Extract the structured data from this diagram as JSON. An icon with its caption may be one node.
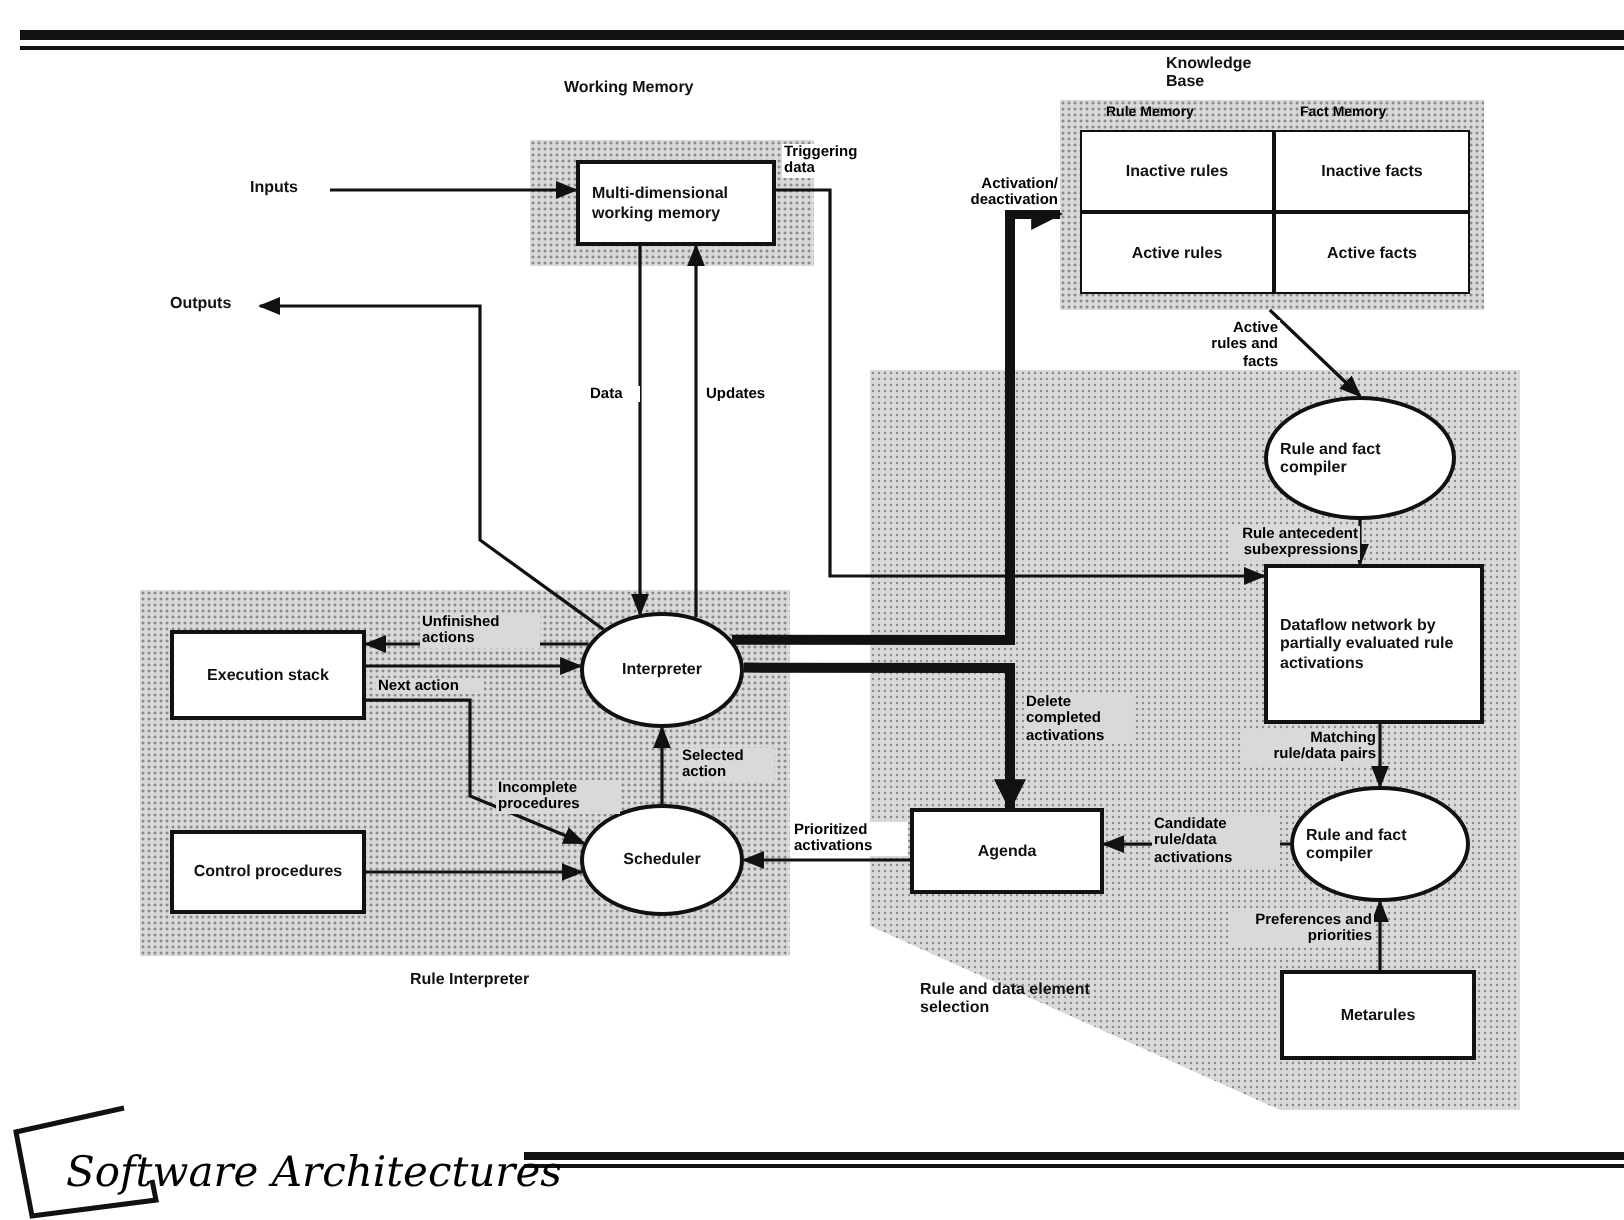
{
  "diagram": {
    "nodes": [
      {
        "text": [
          "Working Memory"
        ]
      },
      {
        "text": [
          "Multi-dimensional working memory"
        ],
        "in": 0
      },
      {
        "text": [
          "Knowledge Base"
        ]
      },
      {
        "text": [
          "Inactive rules"
        ],
        "in": 2
      },
      {
        "text": [
          "Inactive facts"
        ],
        "in": 2
      },
      {
        "text": [
          "Active rules"
        ],
        "in": 2
      },
      {
        "text": [
          "Active facts"
        ],
        "in": 2
      },
      {
        "text": [
          "Rule and data element selection"
        ]
      },
      {
        "text": [
          "Rule and fact compiler"
        ],
        "in": 7
      },
      {
        "text": [
          "Dataflow network by partially evaluated rule activations"
        ],
        "in": 7
      },
      {
        "text": [
          "Rule and fact compiler"
        ],
        "in": 7
      },
      {
        "text": [
          "Metarules"
        ],
        "in": 7
      },
      {
        "text": [
          "Agenda"
        ],
        "in": 7
      },
      {
        "text": [
          "Rule Interpreter"
        ]
      },
      {
        "text": [
          "Execution stack"
        ],
        "in": 13
      },
      {
        "text": [
          "Control procedures"
        ],
        "in": 13
      },
      {
        "text": [
          "Interpreter"
        ],
        "in": 13
      },
      {
        "text": [
          "Scheduler"
        ],
        "in": 13
      },
      {
        "text": [
          "Inputs"
        ]
      },
      {
        "text": [
          "Outputs"
        ]
      }
    ],
    "edges": [
      {
        "from": 18,
        "to": 1,
        "arrow": "to"
      },
      {
        "from": 16,
        "to": 19,
        "arrow": "to"
      },
      {
        "from": 1,
        "to": 16,
        "arrow": "to",
        "label": "Data"
      },
      {
        "from": 16,
        "to": 1,
        "arrow": "to",
        "label": "Updates"
      },
      {
        "from": 1,
        "to": 9,
        "arrow": "to",
        "label": "Triggering data"
      },
      {
        "from": 16,
        "to": 2,
        "arrow": "to",
        "label": "Activation/ deactivation",
        "style": "thick"
      },
      {
        "from": 16,
        "to": 12,
        "arrow": "to",
        "label": "Delete completed activations",
        "style": "thick"
      },
      {
        "from": 2,
        "to": 8,
        "arrow": "to",
        "label": "Active rules and facts"
      },
      {
        "from": 8,
        "to": 9,
        "arrow": "to",
        "label": "Rule antecedent subexpressions"
      },
      {
        "from": 9,
        "to": 10,
        "arrow": "to",
        "label": "Matching rule/data pairs"
      },
      {
        "from": 11,
        "to": 10,
        "arrow": "to",
        "label": "Preferences and priorities"
      },
      {
        "from": 10,
        "to": 12,
        "arrow": "to",
        "label": "Candidate rule/data activations"
      },
      {
        "from": 12,
        "to": 17,
        "arrow": "to",
        "label": "Prioritized activations"
      },
      {
        "from": 17,
        "to": 16,
        "arrow": "to",
        "label": "Selected action"
      },
      {
        "from": 16,
        "to": 14,
        "arrow": "to",
        "label": "Unfinished actions"
      },
      {
        "from": 14,
        "to": 16,
        "arrow": "to",
        "label": "Next action"
      },
      {
        "from": 14,
        "to": 17,
        "arrow": "to",
        "label": "Incomplete procedures"
      },
      {
        "from": 15,
        "to": 17,
        "arrow": "to"
      }
    ],
    "labels": [
      "Rule Memory",
      "Fact Memory",
      "Software Architectures"
    ]
  }
}
